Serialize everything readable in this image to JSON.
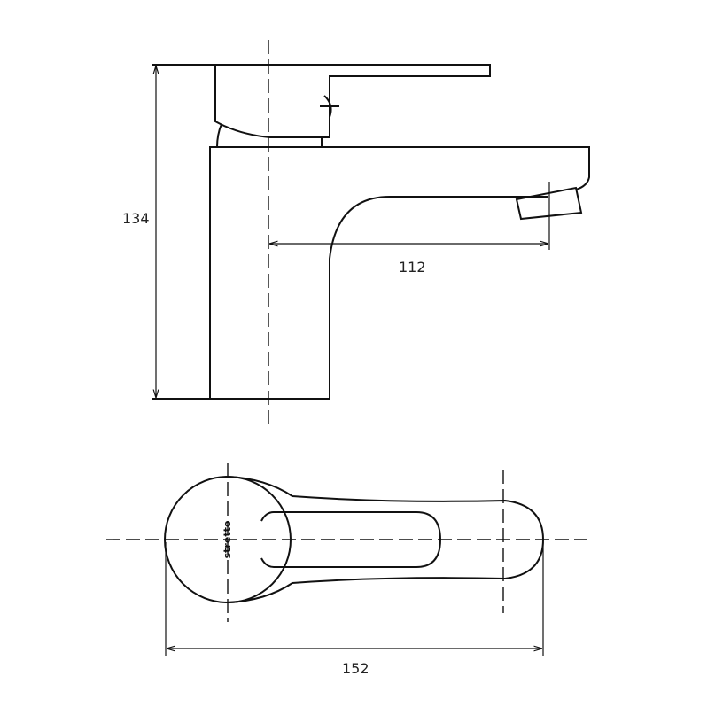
{
  "drawing": {
    "side_view": {
      "height_dim": "134",
      "spout_reach_dim": "112"
    },
    "top_view": {
      "length_dim": "152",
      "logo_text": "stretto"
    }
  }
}
